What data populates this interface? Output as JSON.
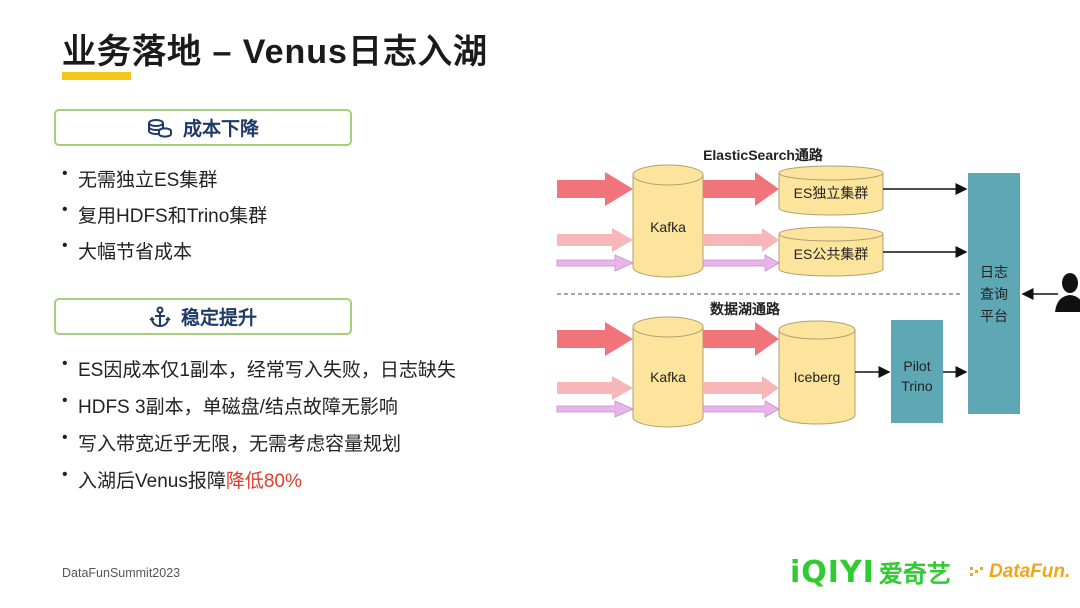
{
  "title": "业务落地 – Venus日志入湖",
  "colors": {
    "accent_yellow": "#f5c518",
    "box_border": "#a6cf7a",
    "heading_blue": "#1f3a68",
    "highlight_red": "#e23b2e",
    "iqiyi_green": "#2ecc30",
    "cylinder_fill": "#fde49c",
    "platform_fill": "#5ea8b5"
  },
  "section1": {
    "icon": "coins-icon",
    "label": "成本下降",
    "bullets": [
      "无需独立ES集群",
      "复用HDFS和Trino集群",
      "大幅节省成本"
    ]
  },
  "section2": {
    "icon": "anchor-icon",
    "label": "稳定提升",
    "bullets": [
      "ES因成本仅1副本，经常写入失败，日志缺失",
      "HDFS 3副本，单磁盘/结点故障无影响",
      "写入带宽近乎无限，无需考虑容量规划"
    ],
    "last_bullet_prefix": "入湖后Venus报障",
    "last_bullet_highlight": "降低80%"
  },
  "diagram": {
    "es_path_label": "ElasticSearch通路",
    "lake_path_label": "数据湖通路",
    "kafka_top": "Kafka",
    "kafka_bottom": "Kafka",
    "es_independent": "ES独立集群",
    "es_public": "ES公共集群",
    "iceberg": "Iceberg",
    "pilot_line1": "Pilot",
    "pilot_line2": "Trino",
    "platform_line1": "日志",
    "platform_line2": "查询",
    "platform_line3": "平台",
    "user_icon": "user-silhouette-icon"
  },
  "footer": {
    "left": "DataFunSummit2023",
    "iqiyi_en": "iQIYI",
    "iqiyi_zh": "爱奇艺",
    "datafun": "DataFun."
  }
}
